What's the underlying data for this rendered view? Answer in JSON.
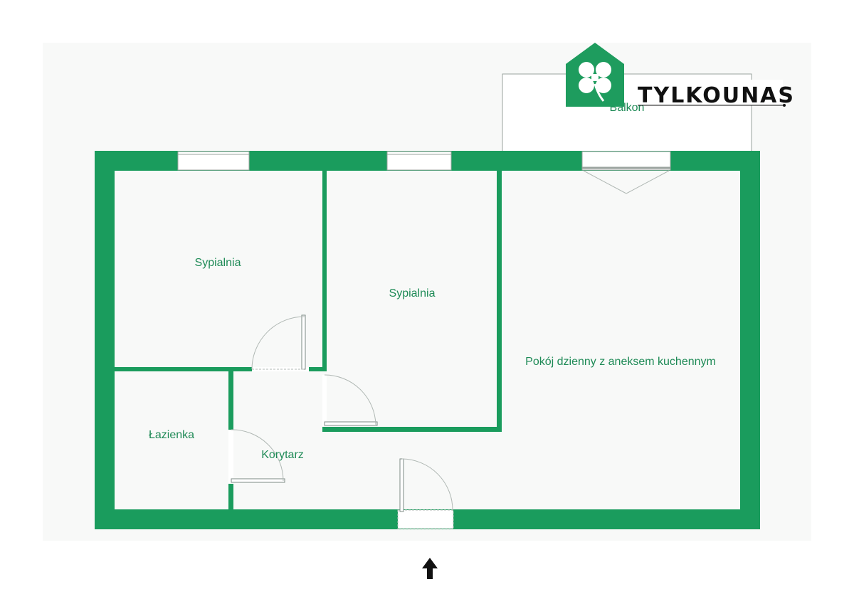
{
  "brand": {
    "name": "TYLKOUNAS",
    "icon": "clover-house-icon",
    "color": "#1e9c5e"
  },
  "colors": {
    "wall": "#1a9c5d",
    "label": "#1e8a56",
    "door": "#7c8a85",
    "background_panel": "#f7f8f7"
  },
  "rooms": {
    "bedroom_1": "Sypialnia",
    "bedroom_2": "Sypialnia",
    "living_room": "Pokój dzienny z aneksem kuchennym",
    "bathroom": "Łazienka",
    "corridor": "Korytarz",
    "balcony": "Balkon"
  },
  "entrance": {
    "icon": "entrance-arrow-icon"
  }
}
